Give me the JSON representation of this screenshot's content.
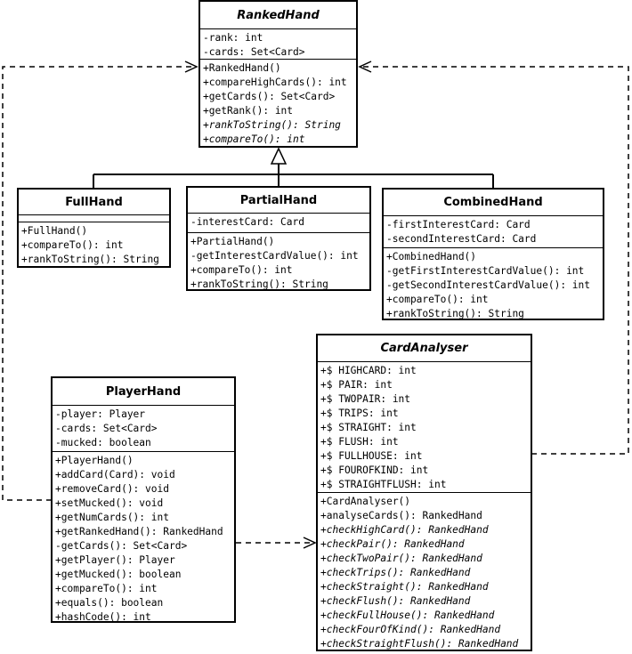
{
  "classes": {
    "rankedHand": {
      "name": "RankedHand",
      "attributes": [
        "-rank: int",
        "-cards: Set<Card>"
      ],
      "methods": [
        "+RankedHand()",
        "+compareHighCards(): int",
        "+getCards(): Set<Card>",
        "+getRank(): int",
        "+rankToString(): String",
        "+compareTo(): int"
      ]
    },
    "fullHand": {
      "name": "FullHand",
      "attributes": [],
      "methods": [
        "+FullHand()",
        "+compareTo(): int",
        "+rankToString(): String"
      ]
    },
    "partialHand": {
      "name": "PartialHand",
      "attributes": [
        "-interestCard: Card"
      ],
      "methods": [
        "+PartialHand()",
        "-getInterestCardValue(): int",
        "+compareTo(): int",
        "+rankToString(): String"
      ]
    },
    "combinedHand": {
      "name": "CombinedHand",
      "attributes": [
        "-firstInterestCard: Card",
        "-secondInterestCard: Card"
      ],
      "methods": [
        "+CombinedHand()",
        "-getFirstInterestCardValue(): int",
        "-getSecondInterestCardValue(): int",
        "+compareTo(): int",
        "+rankToString(): String"
      ]
    },
    "playerHand": {
      "name": "PlayerHand",
      "attributes": [
        "-player: Player",
        "-cards: Set<Card>",
        "-mucked: boolean"
      ],
      "methods": [
        "+PlayerHand()",
        "+addCard(Card): void",
        "+removeCard(): void",
        "+setMucked(): void",
        "+getNumCards(): int",
        "+getRankedHand(): RankedHand",
        "-getCards(): Set<Card>",
        "+getPlayer(): Player",
        "+getMucked(): boolean",
        "+compareTo(): int",
        "+equals(): boolean",
        "+hashCode(): int"
      ]
    },
    "cardAnalyser": {
      "name": "CardAnalyser",
      "attributes": [
        "+$ HIGHCARD: int",
        "+$ PAIR: int",
        "+$ TWOPAIR: int",
        "+$ TRIPS: int",
        "+$ STRAIGHT: int",
        "+$ FLUSH: int",
        "+$ FULLHOUSE: int",
        "+$ FOUROFKIND: int",
        "+$ STRAIGHTFLUSH: int"
      ],
      "methods": [
        "+CardAnalyser()",
        "+analyseCards(): RankedHand",
        "+checkHighCard(): RankedHand",
        "+checkPair(): RankedHand",
        "+checkTwoPair(): RankedHand",
        "+checkTrips(): RankedHand",
        "+checkStraight(): RankedHand",
        "+checkFlush(): RankedHand",
        "+checkFullHouse(): RankedHand",
        "+checkFourOfKind(): RankedHand",
        "+checkStraightFlush(): RankedHand"
      ]
    }
  }
}
